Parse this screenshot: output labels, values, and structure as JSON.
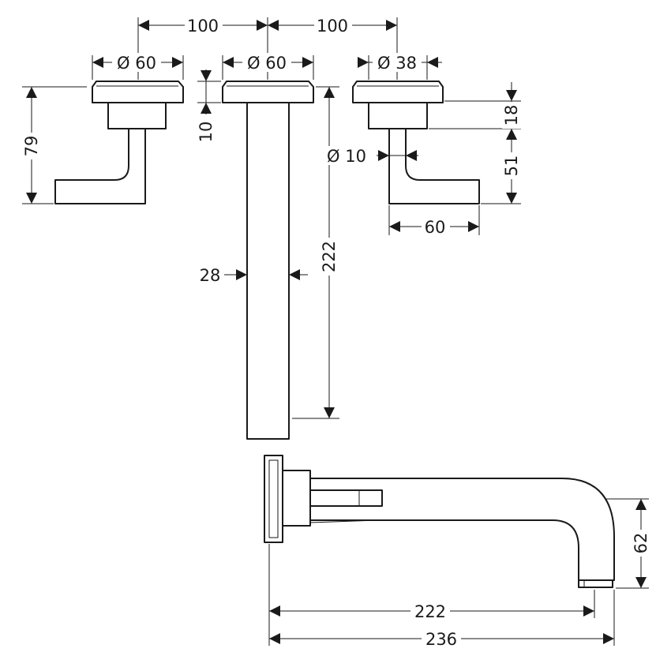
{
  "dimensions": {
    "spacing_left": "100",
    "spacing_right": "100",
    "left_handle_diameter": "Ø 60",
    "spout_rosette_diameter": "Ø 60",
    "right_handle_diameter": "Ø 38",
    "rosette_thickness": "10",
    "left_handle_height": "79",
    "right_rosette_height": "18",
    "right_lever_height": "51",
    "lever_stem_diameter": "Ø 10",
    "lever_length": "60",
    "spout_width": "28",
    "spout_length_front": "222",
    "spout_projection": "222",
    "overall_projection": "236",
    "spout_height": "62"
  }
}
